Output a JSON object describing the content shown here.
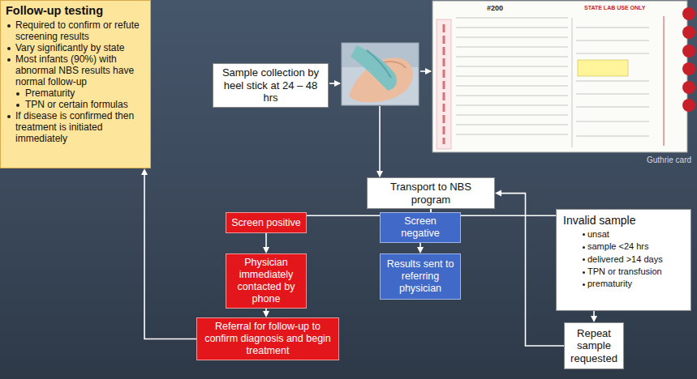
{
  "diagram": {
    "nodes": [
      {
        "text": [
          "Follow-up testing",
          "Required to confirm or refute screening results",
          "Vary significantly by state",
          "Most infants (90%) with abnormal NBS results have normal follow-up",
          "Prematurity",
          "TPN or certain formulas",
          "If disease is confirmed then treatment is initiated immediately"
        ]
      },
      {
        "text": [
          "Sample collection by heel stick at 24 – 48 hrs"
        ]
      },
      {
        "text": [
          "Transport to NBS program"
        ]
      },
      {
        "text": [
          "Screen positive"
        ]
      },
      {
        "text": [
          "Screen negative"
        ]
      },
      {
        "text": [
          "Invalid sample",
          "unsat",
          "sample <24 hrs",
          "delivered >14 days",
          "TPN or transfusion",
          "prematurity"
        ]
      },
      {
        "text": [
          "Physician immediately contacted by phone"
        ]
      },
      {
        "text": [
          "Results sent to referring physician"
        ]
      },
      {
        "text": [
          "Referral for follow-up to confirm diagnosis and begin treatment"
        ]
      },
      {
        "text": [
          "Repeat sample requested"
        ]
      }
    ],
    "edges": [
      {
        "from": 2,
        "to": 3,
        "arrow": "to"
      },
      {
        "from": 2,
        "to": 4,
        "arrow": "to"
      },
      {
        "from": 2,
        "to": 5,
        "arrow": "to"
      },
      {
        "from": 3,
        "to": 6,
        "arrow": "to"
      },
      {
        "from": 4,
        "to": 7,
        "arrow": "to"
      },
      {
        "from": 6,
        "to": 8,
        "arrow": "to"
      },
      {
        "from": 8,
        "to": 0,
        "arrow": "to"
      },
      {
        "from": 5,
        "to": 9,
        "arrow": "to"
      },
      {
        "from": 9,
        "to": 2,
        "arrow": "to"
      }
    ],
    "labels": [
      "#200",
      "STATE LAB USE ONLY",
      "Guthrie card"
    ]
  }
}
